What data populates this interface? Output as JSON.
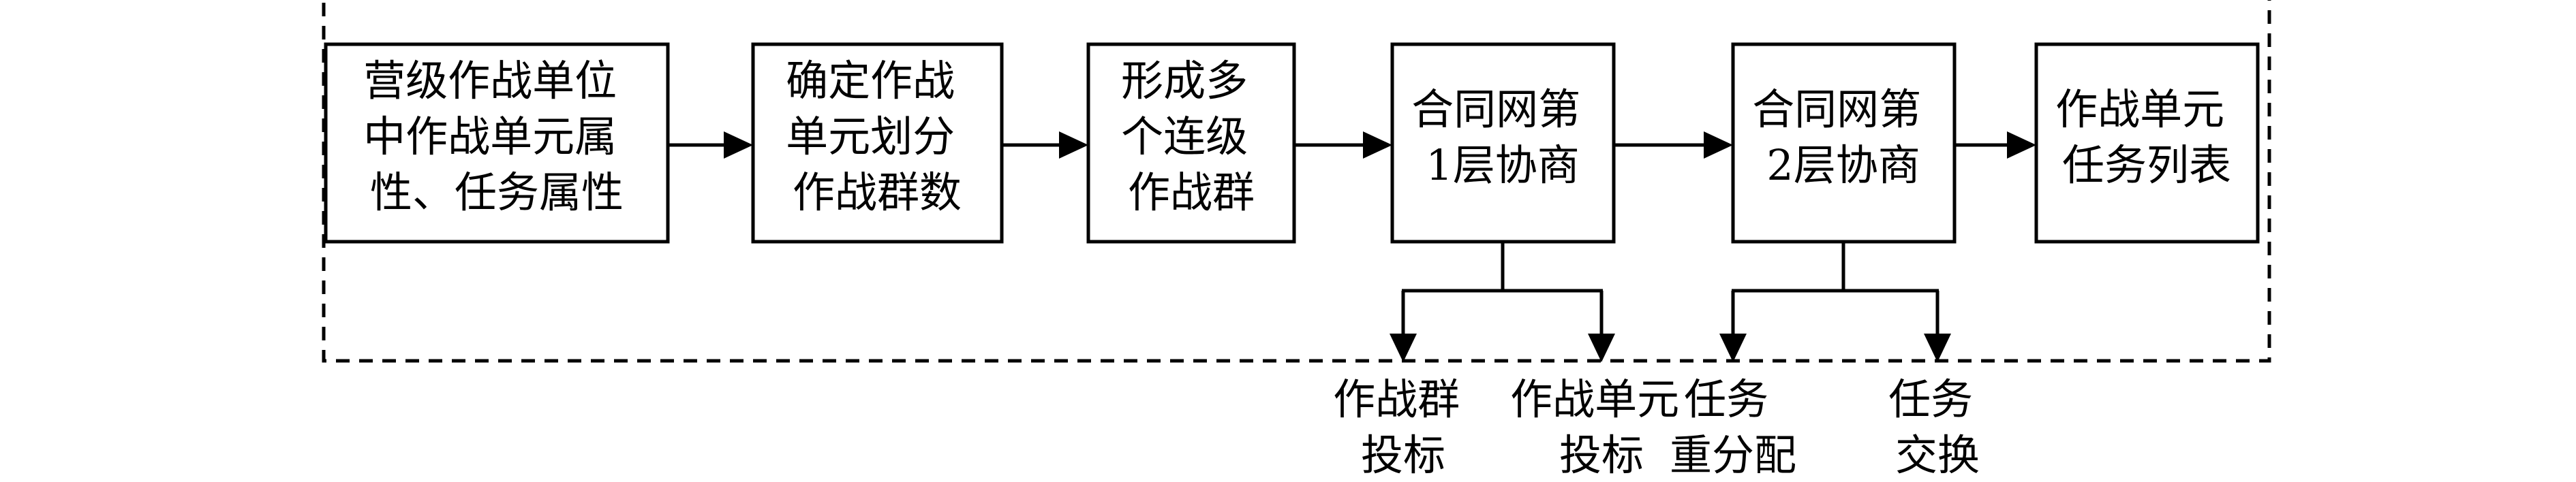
{
  "boxes": [
    {
      "id": "b1",
      "lines": [
        "营级作战单位",
        "中作战单元属",
        "性、任务属性"
      ]
    },
    {
      "id": "b2",
      "lines": [
        "确定作战",
        "单元划分",
        "作战群数"
      ]
    },
    {
      "id": "b3",
      "lines": [
        "形成多",
        "个连级",
        "作战群"
      ]
    },
    {
      "id": "b4",
      "lines": [
        "合同网第",
        "1层协商"
      ]
    },
    {
      "id": "b5",
      "lines": [
        "合同网第",
        "2层协商"
      ]
    },
    {
      "id": "b6",
      "lines": [
        "作战单元",
        "任务列表"
      ]
    }
  ],
  "outputs": [
    {
      "id": "o1",
      "lines": [
        "作战群",
        "投标"
      ]
    },
    {
      "id": "o2",
      "lines": [
        "作战单元",
        "投标"
      ]
    },
    {
      "id": "o3",
      "lines": [
        "任务",
        "重分配"
      ]
    },
    {
      "id": "o4",
      "lines": [
        "任务",
        "交换"
      ]
    }
  ]
}
